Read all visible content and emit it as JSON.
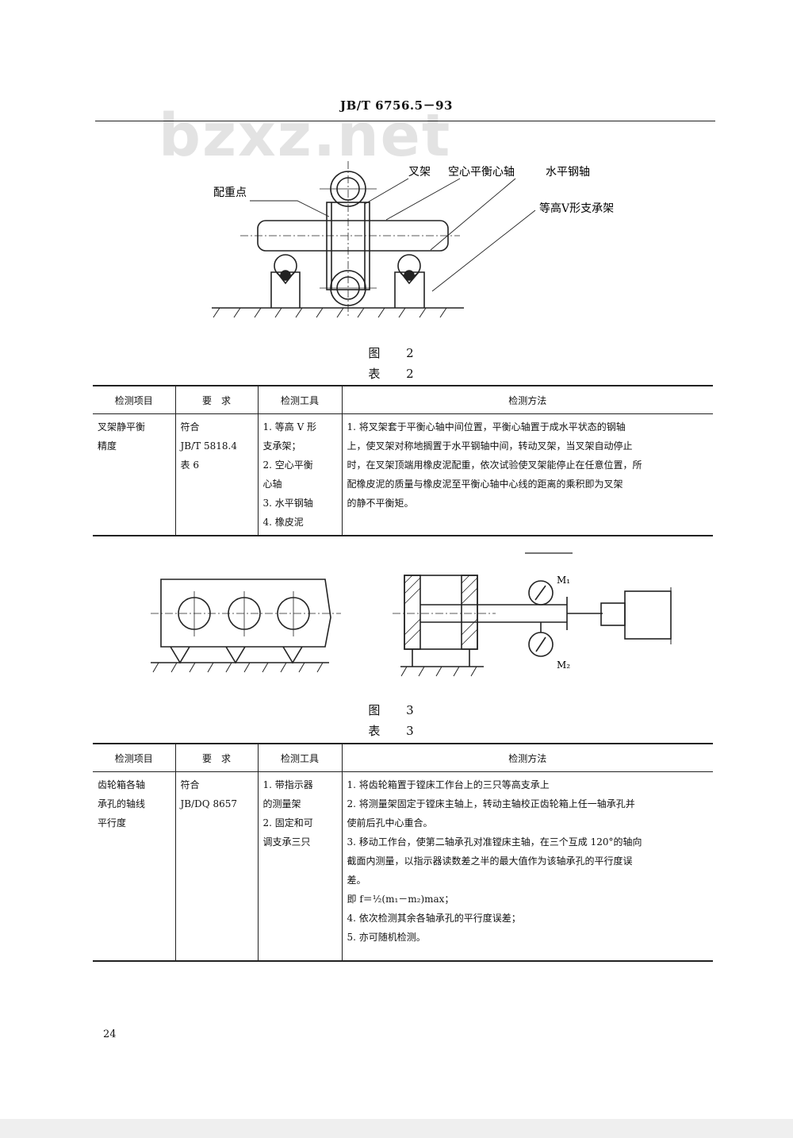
{
  "header": {
    "standard_no": "JB/T 6756.5－93"
  },
  "watermark": "bzxz.net",
  "figure2": {
    "labels": {
      "counterweight": "配重点",
      "fork": "叉架",
      "hollow_shaft": "空心平衡心轴",
      "steel_shaft": "水平钢轴",
      "v_support": "等高V形支承架"
    },
    "caption": "图 2"
  },
  "table2": {
    "caption": "表 2",
    "headers": [
      "检测项目",
      "要　求",
      "检测工具",
      "检测方法"
    ],
    "row": {
      "item": [
        "叉架静平衡",
        "精度"
      ],
      "requirement": [
        "符合",
        "JB/T 5818.4",
        "表 6"
      ],
      "tools": [
        "1. 等高 V 形",
        "支承架；",
        "2. 空心平衡",
        "心轴",
        "3. 水平钢轴",
        "4. 橡皮泥"
      ],
      "method": [
        "1. 将叉架套于平衡心轴中间位置，平衡心轴置于成水平状态的钢轴",
        "上，使叉架对称地搁置于水平钢轴中间，转动叉架，当叉架自动停止",
        "时，在叉架顶端用橡皮泥配重，依次试验使叉架能停止在任意位置，所",
        "配橡皮泥的质量与橡皮泥至平衡心轴中心线的距离的乘积即为叉架",
        "的静不平衡矩。"
      ]
    }
  },
  "figure3": {
    "labels": {
      "m1": "M₁",
      "m2": "M₂"
    },
    "caption": "图 3"
  },
  "table3": {
    "caption": "表 3",
    "headers": [
      "检测项目",
      "要　求",
      "检测工具",
      "检测方法"
    ],
    "row": {
      "item": [
        "齿轮箱各轴",
        "承孔的轴线",
        "平行度"
      ],
      "requirement": [
        "符合",
        "JB/DQ 8657"
      ],
      "tools": [
        "1. 带指示器",
        "的测量架",
        "2. 固定和可",
        "调支承三只"
      ],
      "method": [
        "1. 将齿轮箱置于镗床工作台上的三只等高支承上",
        "2. 将测量架固定于镗床主轴上，转动主轴校正齿轮箱上任一轴承孔并",
        "使前后孔中心重合。",
        "3. 移动工作台，使第二轴承孔对准镗床主轴，在三个互成 120°的轴向",
        "截面内测量，以指示器读数差之半的最大值作为该轴承孔的平行度误",
        "差。",
        "即 f＝½(m₁－m₂)max；",
        "4. 依次检测其余各轴承孔的平行度误差；",
        "5. 亦可随机检测。"
      ]
    }
  },
  "page_number": "24"
}
